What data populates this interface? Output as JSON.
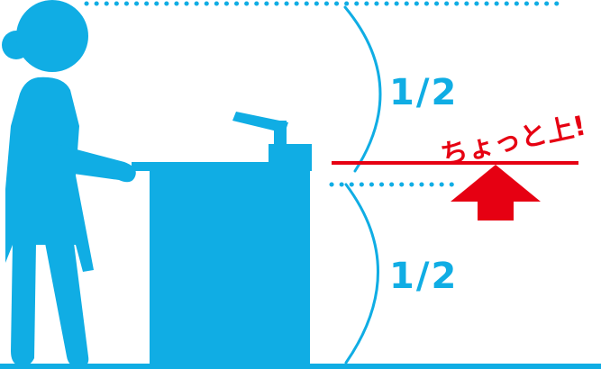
{
  "colors": {
    "blue": "#10ade4",
    "red": "#e60012",
    "background": "#ffffff"
  },
  "labels": {
    "upper_half": "1/2",
    "lower_half": "1/2",
    "emphasis": "ちょっと上!"
  },
  "icons": {
    "person": "person-at-sink-icon",
    "sink": "sink-cabinet-icon",
    "faucet": "faucet-icon",
    "arrow": "up-arrow-icon"
  }
}
